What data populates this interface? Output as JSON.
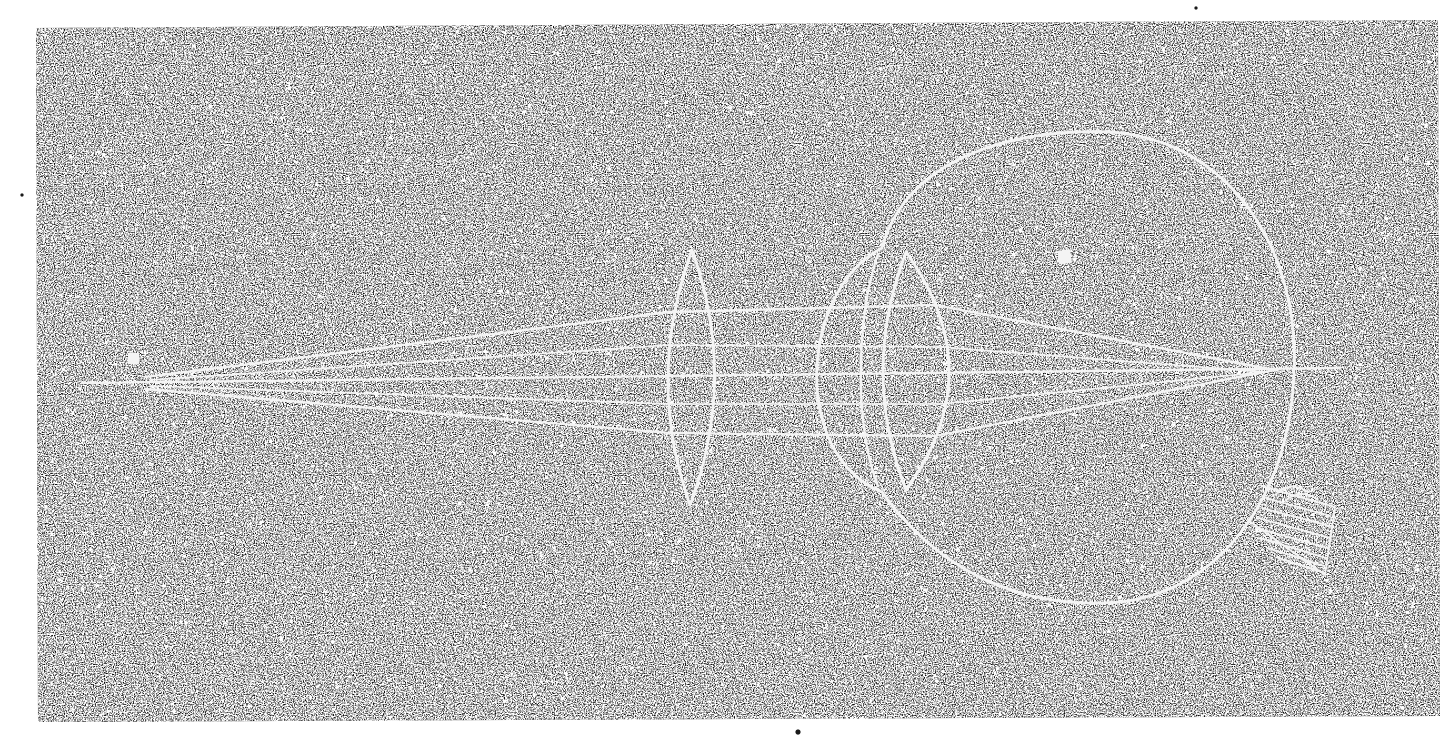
{
  "figure": {
    "kind": "optics-illustration",
    "subject": "convex-lens-in-front-of-eye",
    "colors": {
      "paper": "#ffffff",
      "panel": "#0b0b0b",
      "lines": "#f4f4f4",
      "specks": "#ffffff"
    },
    "elements": [
      "point-source",
      "light-rays",
      "convex-lens",
      "eyeball",
      "cornea",
      "crystalline-lens",
      "optic-nerve"
    ]
  }
}
